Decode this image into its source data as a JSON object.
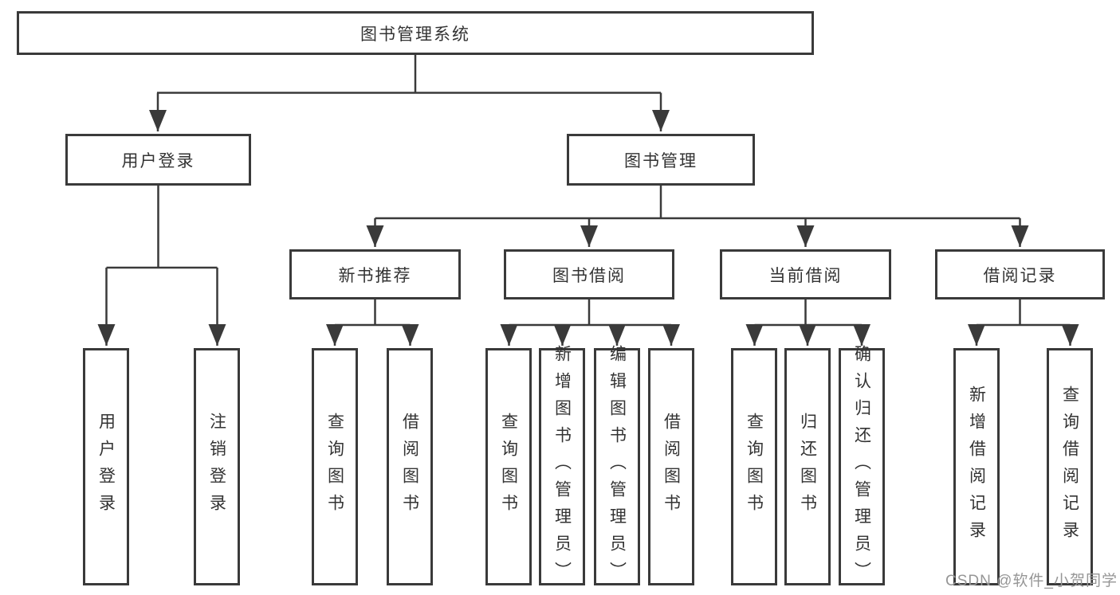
{
  "colors": {
    "line": "#3a3a3a",
    "box_border": "#3a3a3a",
    "text": "#333333",
    "watermark": "#969696",
    "background": "#ffffff"
  },
  "diagram": {
    "root": {
      "label": "图书管理系统"
    },
    "user_login": {
      "label": "用户登录",
      "children": [
        {
          "label": "用户登录"
        },
        {
          "label": "注销登录"
        }
      ]
    },
    "book_mgmt": {
      "label": "图书管理",
      "modules": [
        {
          "label": "新书推荐",
          "children": [
            {
              "label": "查询图书"
            },
            {
              "label": "借阅图书"
            }
          ]
        },
        {
          "label": "图书借阅",
          "children": [
            {
              "label": "查询图书"
            },
            {
              "label": "新增图书（管理员）"
            },
            {
              "label": "编辑图书（管理员）"
            },
            {
              "label": "借阅图书"
            }
          ]
        },
        {
          "label": "当前借阅",
          "children": [
            {
              "label": "查询图书"
            },
            {
              "label": "归还图书"
            },
            {
              "label": "确认归还（管理员）"
            }
          ]
        },
        {
          "label": "借阅记录",
          "children": [
            {
              "label": "新增借阅记录"
            },
            {
              "label": "查询借阅记录"
            }
          ]
        }
      ]
    }
  },
  "watermark": {
    "text": "CSDN @软件_小贺同学"
  }
}
